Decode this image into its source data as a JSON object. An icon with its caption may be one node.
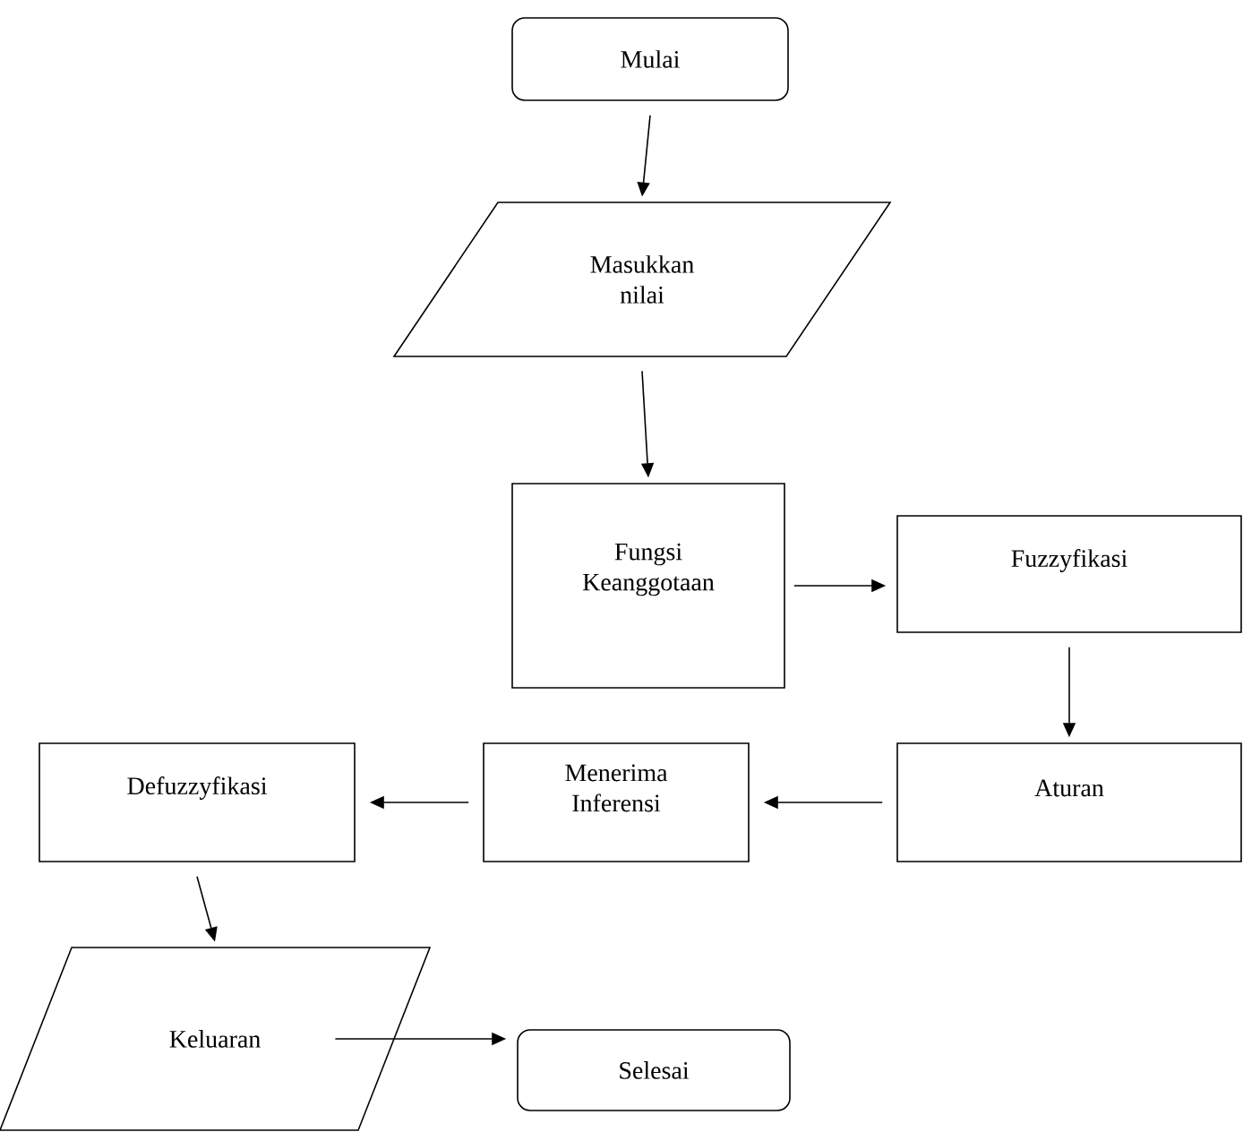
{
  "diagram": {
    "nodes": [
      {
        "text": [
          "Mulai"
        ]
      },
      {
        "text": [
          "Masukkan nilai"
        ]
      },
      {
        "text": [
          "Fungsi Keanggotaan"
        ]
      },
      {
        "text": [
          "Fuzzyfikasi"
        ]
      },
      {
        "text": [
          "Aturan"
        ]
      },
      {
        "text": [
          "Menerima Inferensi"
        ]
      },
      {
        "text": [
          "Defuzzyfikasi"
        ]
      },
      {
        "text": [
          "Keluaran"
        ]
      },
      {
        "text": [
          "Selesai"
        ]
      }
    ],
    "edges": [
      {
        "from": 0,
        "to": 1,
        "arrow": "to"
      },
      {
        "from": 1,
        "to": 2,
        "arrow": "to"
      },
      {
        "from": 2,
        "to": 3,
        "arrow": "to"
      },
      {
        "from": 3,
        "to": 4,
        "arrow": "to"
      },
      {
        "from": 4,
        "to": 5,
        "arrow": "to"
      },
      {
        "from": 5,
        "to": 6,
        "arrow": "to"
      },
      {
        "from": 6,
        "to": 7,
        "arrow": "to"
      },
      {
        "from": 7,
        "to": 8,
        "arrow": "to"
      }
    ]
  }
}
